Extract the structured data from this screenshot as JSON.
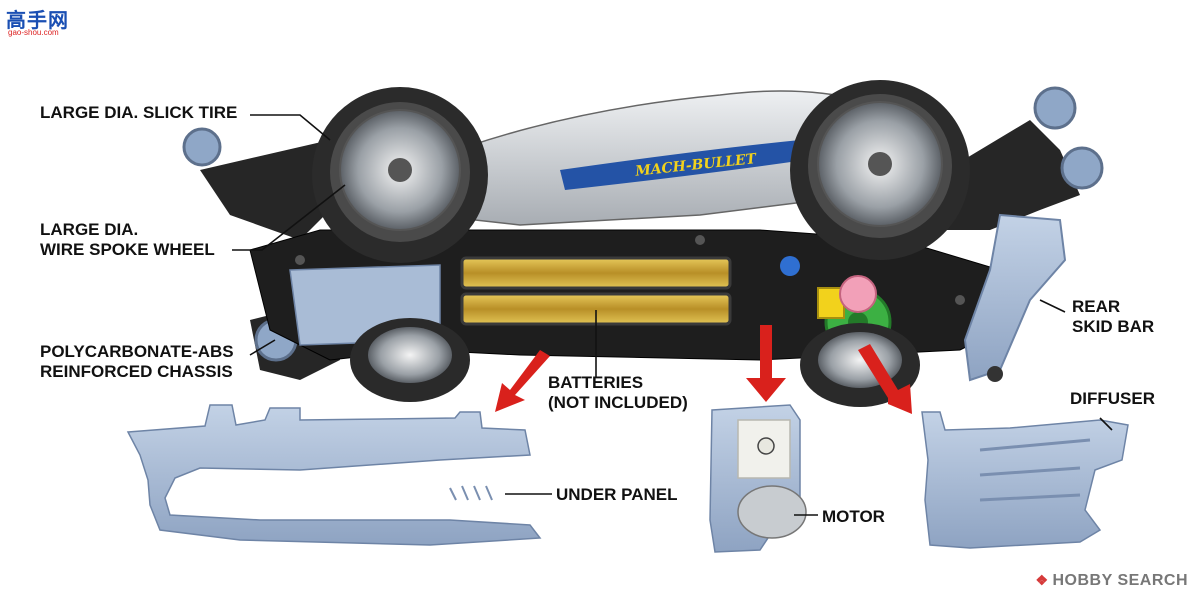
{
  "watermark": {
    "chinese_text": "高手网",
    "url_text": "gao-shou.com"
  },
  "labels": {
    "slick_tire": "LARGE DIA. SLICK TIRE",
    "wire_wheel": [
      "LARGE DIA.",
      "WIRE SPOKE WHEEL"
    ],
    "chassis": [
      "POLYCARBONATE-ABS",
      "REINFORCED CHASSIS"
    ],
    "batteries": [
      "BATTERIES",
      "(NOT INCLUDED)"
    ],
    "rear_skid_bar": [
      "REAR",
      "SKID BAR"
    ],
    "diffuser": "DIFFUSER",
    "under_panel": "UNDER PANEL",
    "motor": "MOTOR"
  },
  "body_text": "MACH-BULLET",
  "footer_brand": {
    "mark": "❖",
    "text": "HOBBY SEARCH"
  },
  "colors": {
    "arrow_red": "#d9211c",
    "panel_blue": "#a9bcd6",
    "chassis_black": "#1e1e1e",
    "battery_gold": "#c8a33a",
    "body_silver": "#cfd3d8",
    "body_stripe": "#2453a6",
    "gear_green": "#3cb043",
    "gear_yellow": "#f2d21c",
    "gear_pink": "#f2a0b8"
  }
}
